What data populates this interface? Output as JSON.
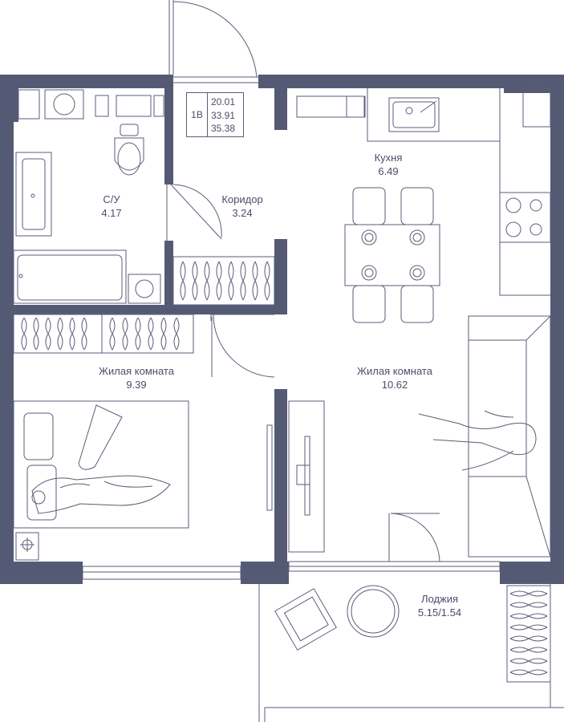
{
  "apartment": {
    "type": "1В",
    "areas": [
      "20.01",
      "33.91",
      "35.38"
    ]
  },
  "rooms": {
    "bathroom": {
      "name": "С/У",
      "area": "4.17"
    },
    "corridor": {
      "name": "Коридор",
      "area": "3.24"
    },
    "kitchen": {
      "name": "Кухня",
      "area": "6.49"
    },
    "living_small": {
      "name": "Жилая комната",
      "area": "9.39"
    },
    "living_large": {
      "name": "Жилая комната",
      "area": "10.62"
    },
    "loggia": {
      "name": "Лоджия",
      "area": "5.15/1.54"
    }
  },
  "colors": {
    "wall": "#555a74",
    "line": "#5a5e78",
    "text": "#4a4e6a",
    "background": "#ffffff"
  }
}
